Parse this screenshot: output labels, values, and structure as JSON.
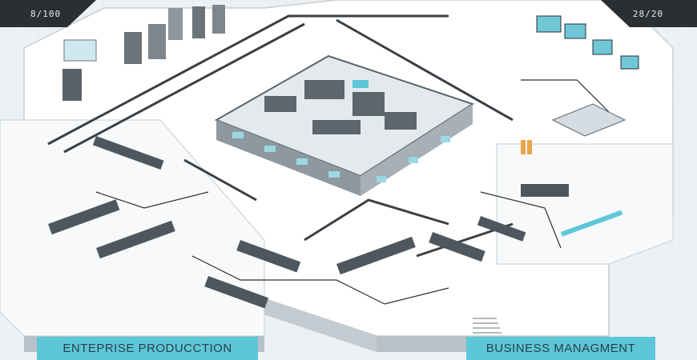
{
  "header": {
    "left_code": "8/100",
    "right_code": "28/20"
  },
  "labels": {
    "left_banner": "ENTEPRISE PRODUCCTION",
    "right_banner": "BUSINESS MANAGMENT"
  },
  "colors": {
    "background": "#eef1f3",
    "floor": "#ffffff",
    "wall": "#cfd6db",
    "accent": "#5ec6d9",
    "dark": "#2b2f33",
    "machine": "#6b747b"
  }
}
